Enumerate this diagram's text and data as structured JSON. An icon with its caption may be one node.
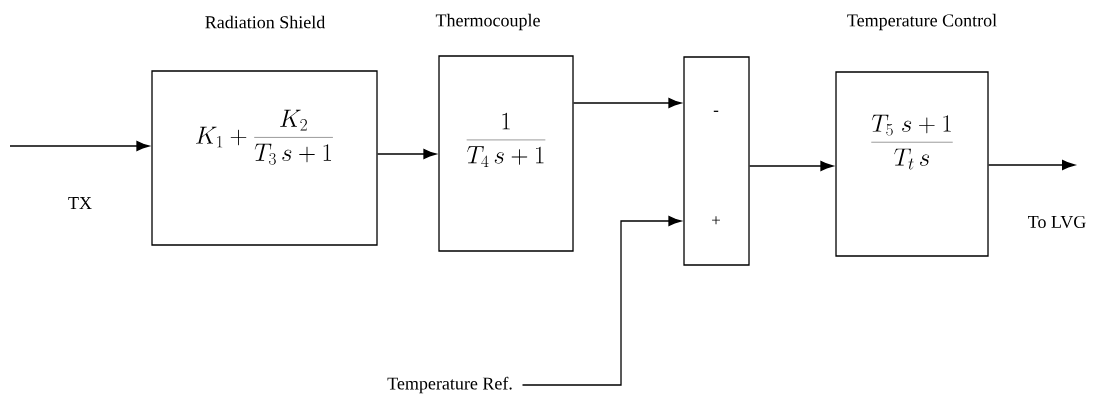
{
  "diagram": {
    "nodes": [
      {
        "text": [
          "Radiation Shield",
          "K_1+\\frac{K_2}{T_3\\,s+1}"
        ]
      },
      {
        "text": [
          "Thermocouple",
          "\\frac{1}{T_4\\,s+1}"
        ]
      },
      {
        "text": [
          "-",
          "+"
        ]
      },
      {
        "text": [
          "Temperature Control",
          "\\frac{T_5\\;s+1}{T_t\\,s}"
        ]
      },
      {
        "text": [
          "Temperature Ref."
        ]
      }
    ],
    "edges": [
      {
        "from": null,
        "to": 0,
        "arrow": "to",
        "label": "TX"
      },
      {
        "from": 0,
        "to": 1,
        "arrow": "to"
      },
      {
        "from": 1,
        "to": 2,
        "arrow": "to"
      },
      {
        "from": 4,
        "to": 2,
        "arrow": "to"
      },
      {
        "from": 2,
        "to": 3,
        "arrow": "to"
      },
      {
        "from": 3,
        "to": null,
        "arrow": "to",
        "label": "To LVG"
      }
    ]
  }
}
